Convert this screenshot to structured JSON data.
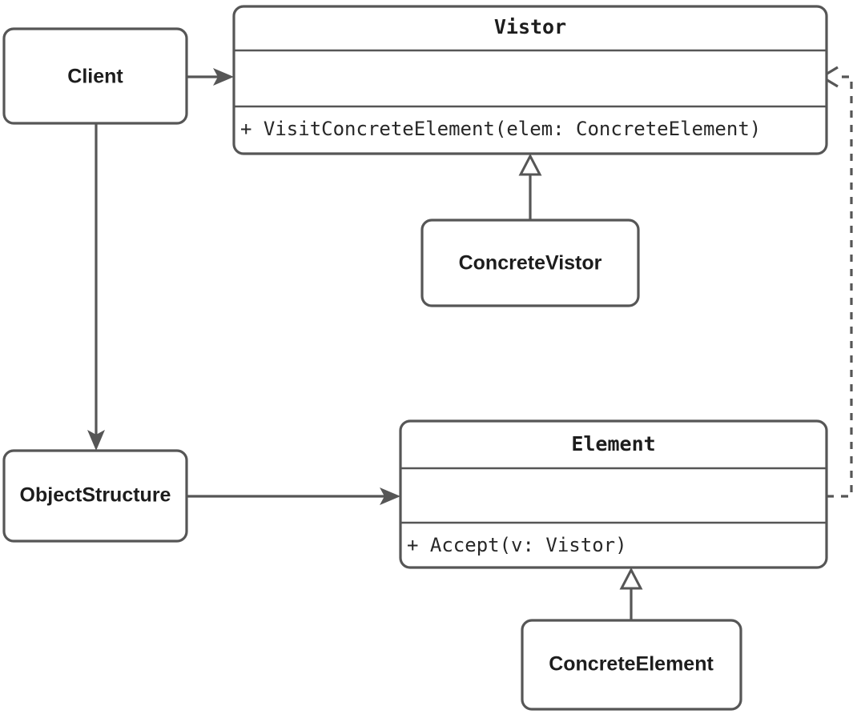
{
  "diagram": {
    "kind": "uml-class-diagram",
    "pattern_name": "Vistor",
    "stroke_color": "#565656",
    "fill_color": "#ffffff",
    "text_color": "#1d1d1d",
    "background": "#ffffff"
  },
  "classes": {
    "visitor": {
      "name": "Vistor",
      "attributes": [],
      "operations": [
        "+ VisitConcreteElement(elem: ConcreteElement)"
      ]
    },
    "element": {
      "name": "Element",
      "attributes": [],
      "operations": [
        "+ Accept(v: Vistor)"
      ]
    },
    "concrete_visitor": {
      "name": "ConcreteVistor"
    },
    "concrete_element": {
      "name": "ConcreteElement"
    },
    "client": {
      "name": "Client"
    },
    "object_structure": {
      "name": "ObjectStructure"
    }
  },
  "relations": [
    {
      "id": "client-to-visitor",
      "from": "Client",
      "to": "Vistor",
      "style": "solid",
      "arrowhead": "filled-arrow"
    },
    {
      "id": "client-to-objectstructure",
      "from": "Client",
      "to": "ObjectStructure",
      "style": "solid",
      "arrowhead": "filled-arrow"
    },
    {
      "id": "objectstructure-to-element",
      "from": "ObjectStructure",
      "to": "Element",
      "style": "solid",
      "arrowhead": "filled-arrow"
    },
    {
      "id": "concretevistor-to-vistor",
      "from": "ConcreteVistor",
      "to": "Vistor",
      "style": "solid",
      "arrowhead": "hollow-triangle"
    },
    {
      "id": "concreteelement-to-element",
      "from": "ConcreteElement",
      "to": "Element",
      "style": "solid",
      "arrowhead": "hollow-triangle"
    },
    {
      "id": "element-to-visitor-dependency",
      "from": "Element",
      "to": "Vistor",
      "style": "dashed",
      "arrowhead": "open-arrow"
    }
  ]
}
